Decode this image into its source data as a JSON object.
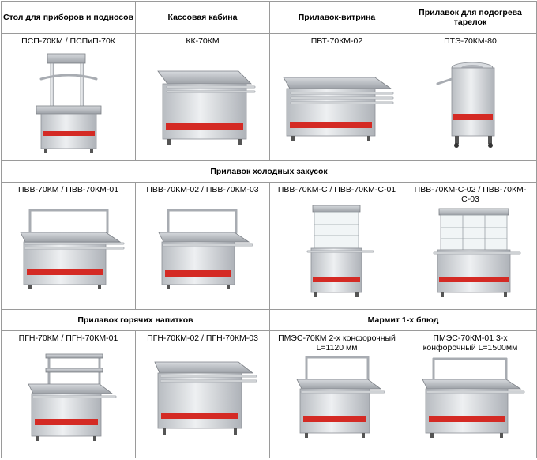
{
  "header": {
    "col1": "Стол для приборов и подносов",
    "col2": "Кассовая кабина",
    "col3": "Прилавок-витрина",
    "col4": "Прилавок для подогрева тарелок"
  },
  "row1": {
    "c1": "ПСП-70КМ / ПСПиП-70К",
    "c2": "КК-70КМ",
    "c3": "ПВТ-70КМ-02",
    "c4": "ПТЭ-70КМ-80"
  },
  "section_cold": "Прилавок холодных закусок",
  "row2": {
    "c1": "ПВВ-70КМ / ПВВ-70КМ-01",
    "c2": "ПВВ-70КМ-02 / ПВВ-70КМ-03",
    "c3": "ПВВ-70КМ-С / ПВВ-70КМ-С-01",
    "c4": "ПВВ-70КМ-С-02 / ПВВ-70КМ-С-03"
  },
  "section_hot_drinks": "Прилавок горячих напитков",
  "section_marmite": "Мармит 1-х блюд",
  "row3": {
    "c1": "ПГН-70КМ / ПГН-70КМ-01",
    "c2": "ПГН-70КМ-02 / ПГН-70КМ-03",
    "c3": "ПМЭС-70КМ 2-х конфорочный L=1120 мм",
    "c4": "ПМЭС-70КМ-01 3-х конфорочный L=1500мм"
  },
  "colors": {
    "accent_red": "#d42a24",
    "steel": "#c9ccd0",
    "border": "#9a9a9a"
  }
}
